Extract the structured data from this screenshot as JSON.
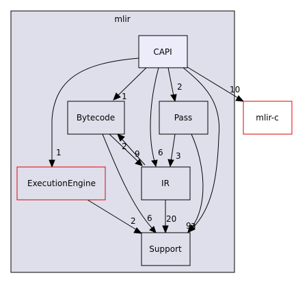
{
  "diagram": {
    "cluster": {
      "label": "mlir",
      "fill": "#dfdfeb",
      "stroke": "#000000"
    },
    "nodes": {
      "capi": {
        "label": "CAPI",
        "fill": "#ececfb",
        "stroke": "#000000"
      },
      "bytecode": {
        "label": "Bytecode",
        "fill": "#dfdfeb",
        "stroke": "#000000"
      },
      "pass": {
        "label": "Pass",
        "fill": "#dfdfeb",
        "stroke": "#000000"
      },
      "execution_engine": {
        "label": "ExecutionEngine",
        "fill": "#dfdfeb",
        "stroke": "#dd0000"
      },
      "ir": {
        "label": "IR",
        "fill": "#dfdfeb",
        "stroke": "#000000"
      },
      "support": {
        "label": "Support",
        "fill": "#dfdfeb",
        "stroke": "#000000"
      },
      "mlir_c": {
        "label": "mlir-c",
        "fill": "#ffffff",
        "stroke": "#dd0000"
      }
    },
    "edges": {
      "capi_to_bytecode": {
        "from": "CAPI",
        "to": "Bytecode",
        "label": "1"
      },
      "capi_to_pass": {
        "from": "CAPI",
        "to": "Pass",
        "label": "2"
      },
      "capi_to_mlir_c": {
        "from": "CAPI",
        "to": "mlir-c",
        "label": "10"
      },
      "capi_to_execution_engine": {
        "from": "CAPI",
        "to": "ExecutionEngine",
        "label": "1"
      },
      "capi_to_ir": {
        "from": "CAPI",
        "to": "IR",
        "label": "6"
      },
      "capi_to_support": {
        "from": "CAPI",
        "to": "Support",
        "label": "3"
      },
      "bytecode_to_ir": {
        "from": "Bytecode",
        "to": "IR",
        "label": "9"
      },
      "ir_to_bytecode": {
        "from": "IR",
        "to": "Bytecode",
        "label": "2"
      },
      "bytecode_to_support": {
        "from": "Bytecode",
        "to": "Support",
        "label": "6"
      },
      "pass_to_ir": {
        "from": "Pass",
        "to": "IR",
        "label": "3"
      },
      "pass_to_support": {
        "from": "Pass",
        "to": "Support",
        "label": "9"
      },
      "execution_engine_to_support": {
        "from": "ExecutionEngine",
        "to": "Support",
        "label": "2"
      },
      "ir_to_support": {
        "from": "IR",
        "to": "Support",
        "label": "20"
      }
    }
  }
}
